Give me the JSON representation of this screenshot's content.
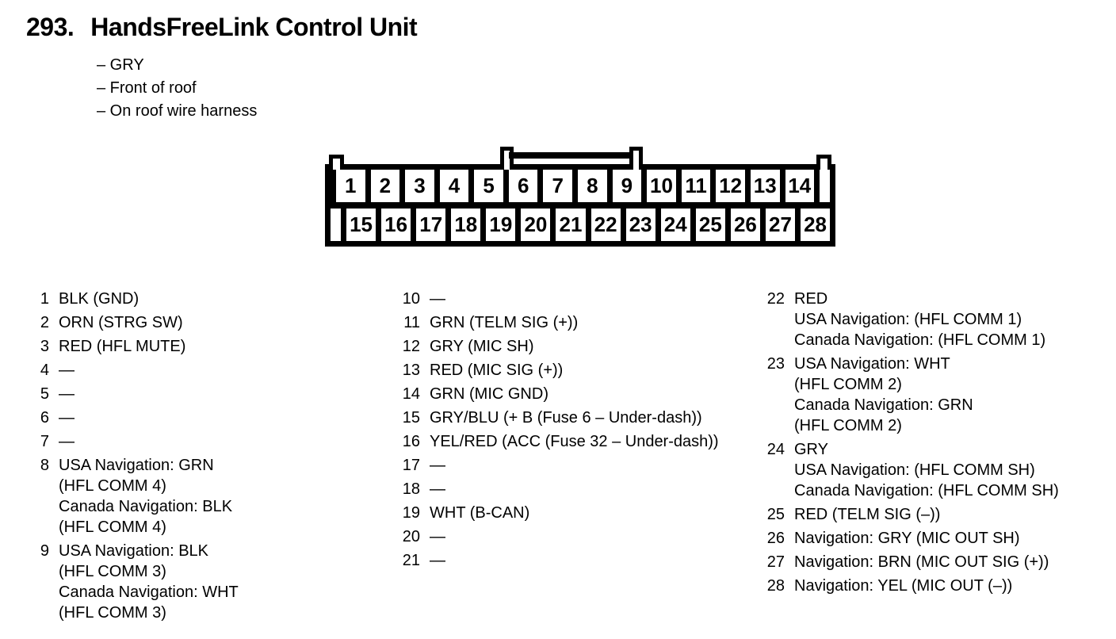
{
  "page": {
    "number": "293.",
    "title": "HandsFreeLink Control Unit",
    "details": [
      "– GRY",
      "– Front of roof",
      "– On roof wire harness"
    ]
  },
  "connector": {
    "top_row_pins": [
      "1",
      "2",
      "3",
      "4",
      "5",
      "6",
      "7",
      "8",
      "9",
      "10",
      "11",
      "12",
      "13",
      "14"
    ],
    "bottom_row_pins": [
      "15",
      "16",
      "17",
      "18",
      "19",
      "20",
      "21",
      "22",
      "23",
      "24",
      "25",
      "26",
      "27",
      "28"
    ]
  },
  "pin_columns": [
    {
      "entries": [
        {
          "pin": "1",
          "lines": [
            "BLK (GND)"
          ]
        },
        {
          "pin": "2",
          "lines": [
            "ORN (STRG SW)"
          ]
        },
        {
          "pin": "3",
          "lines": [
            "RED (HFL MUTE)"
          ]
        },
        {
          "pin": "4",
          "lines": [
            "—"
          ]
        },
        {
          "pin": "5",
          "lines": [
            "—"
          ]
        },
        {
          "pin": "6",
          "lines": [
            "—"
          ]
        },
        {
          "pin": "7",
          "lines": [
            "—"
          ]
        },
        {
          "pin": "8",
          "lines": [
            "USA Navigation: GRN",
            "(HFL COMM 4)",
            "Canada Navigation: BLK",
            "(HFL COMM 4)"
          ]
        },
        {
          "pin": "9",
          "lines": [
            "USA Navigation: BLK",
            "(HFL COMM 3)",
            "Canada Navigation: WHT",
            "(HFL COMM 3)"
          ]
        }
      ]
    },
    {
      "entries": [
        {
          "pin": "10",
          "lines": [
            "—"
          ]
        },
        {
          "pin": "11",
          "lines": [
            "GRN (TELM SIG (+))"
          ]
        },
        {
          "pin": "12",
          "lines": [
            "GRY (MIC SH)"
          ]
        },
        {
          "pin": "13",
          "lines": [
            "RED (MIC SIG (+))"
          ]
        },
        {
          "pin": "14",
          "lines": [
            "GRN (MIC GND)"
          ]
        },
        {
          "pin": "15",
          "lines": [
            "GRY/BLU (+ B (Fuse 6 – Under-dash))"
          ]
        },
        {
          "pin": "16",
          "lines": [
            "YEL/RED (ACC (Fuse 32 – Under-dash))"
          ]
        },
        {
          "pin": "17",
          "lines": [
            "—"
          ]
        },
        {
          "pin": "18",
          "lines": [
            "—"
          ]
        },
        {
          "pin": "19",
          "lines": [
            "WHT (B-CAN)"
          ]
        },
        {
          "pin": "20",
          "lines": [
            "—"
          ]
        },
        {
          "pin": "21",
          "lines": [
            "—"
          ]
        }
      ]
    },
    {
      "entries": [
        {
          "pin": "22",
          "lines": [
            "RED",
            "USA Navigation: (HFL COMM 1)",
            "Canada Navigation: (HFL COMM 1)"
          ]
        },
        {
          "pin": "23",
          "lines": [
            "USA Navigation: WHT",
            "(HFL COMM 2)",
            "Canada Navigation: GRN",
            "(HFL COMM 2)"
          ]
        },
        {
          "pin": "24",
          "lines": [
            "GRY",
            "USA Navigation: (HFL COMM SH)",
            "Canada Navigation: (HFL COMM SH)"
          ]
        },
        {
          "pin": "25",
          "lines": [
            "RED (TELM SIG (–))"
          ]
        },
        {
          "pin": "26",
          "lines": [
            "Navigation: GRY (MIC OUT SH)"
          ]
        },
        {
          "pin": "27",
          "lines": [
            "Navigation: BRN (MIC OUT SIG (+))"
          ]
        },
        {
          "pin": "28",
          "lines": [
            "Navigation: YEL (MIC OUT (–))"
          ]
        }
      ]
    }
  ],
  "colors": {
    "ink": "#000000",
    "paper": "#ffffff"
  }
}
